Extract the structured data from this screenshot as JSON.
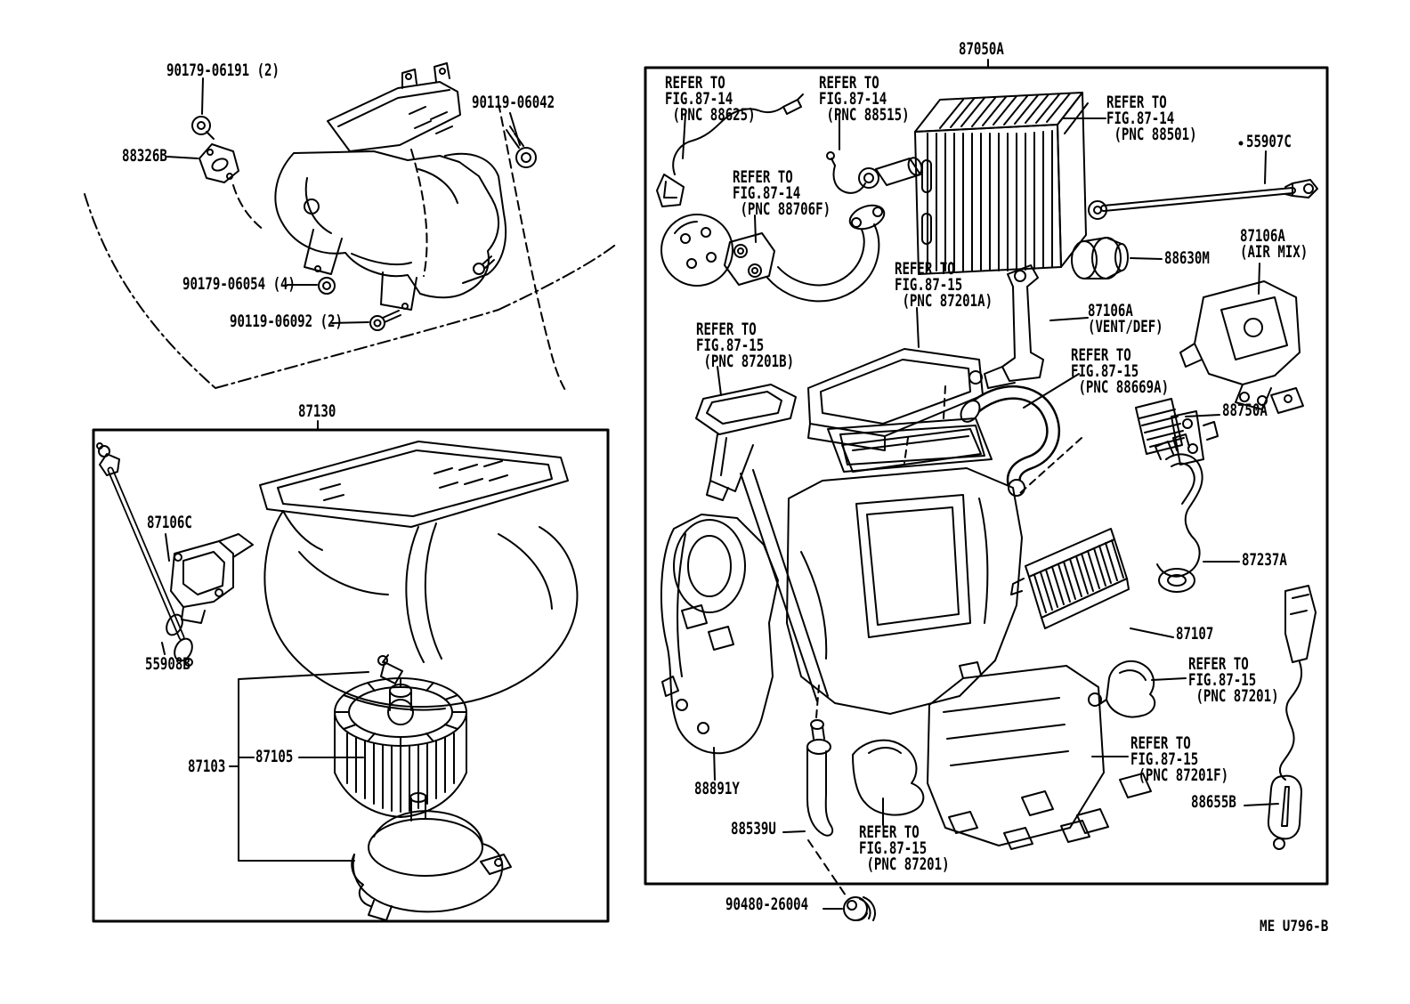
{
  "background": "#ffffff",
  "line_color": "#000000",
  "footer_code": "ME U796-B",
  "panels": {
    "blower": {
      "title": "87130"
    },
    "unit": {
      "title": "87050A"
    }
  },
  "labels": {
    "nut_upper": "90179-06191 (2)",
    "grommet_plate": "88326B",
    "bolt_upper": "90119-06042",
    "nut_lower": "90179-06054 (4)",
    "screw_lower": "90119-06092 (2)",
    "damper_actuator": "87106C",
    "cable_lower": "55908B",
    "blower_motor": "87103",
    "blower_fan": "87105",
    "ref_88625": "REFER TO\nFIG.87-14\n (PNC 88625)",
    "ref_88515": "REFER TO\nFIG.87-14\n (PNC 88515)",
    "ref_88501": "REFER TO\nFIG.87-14\n (PNC 88501)",
    "cable_upper": "55907C",
    "ref_88706F": "REFER TO\nFIG.87-14\n (PNC 88706F)",
    "resistor_small": "88630M",
    "servo_air_mix": "87106A\n(AIR MIX)",
    "ref_87201A": "REFER TO\nFIG.87-15\n (PNC 87201A)",
    "servo_vent_def": "87106A\n(VENT/DEF)",
    "ref_87201B": "REFER TO\nFIG.87-15\n (PNC 87201B)",
    "ref_88669A": "REFER TO\nFIG.87-15\n (PNC 88669A)",
    "blower_resistor": "88750A",
    "pipe_clamp": "87237A",
    "heater_core": "87107",
    "ref_87201_right": "REFER TO\nFIG.87-15\n (PNC 87201)",
    "ref_87201F": "REFER TO\nFIG.87-15\n (PNC 87201F)",
    "wire_harness": "88655B",
    "air_duct_door": "88891Y",
    "drain_hose": "88539U",
    "ref_87201_bottom": "REFER TO\nFIG.87-15\n (PNC 87201)",
    "grommet_plug": "90480-26004"
  }
}
